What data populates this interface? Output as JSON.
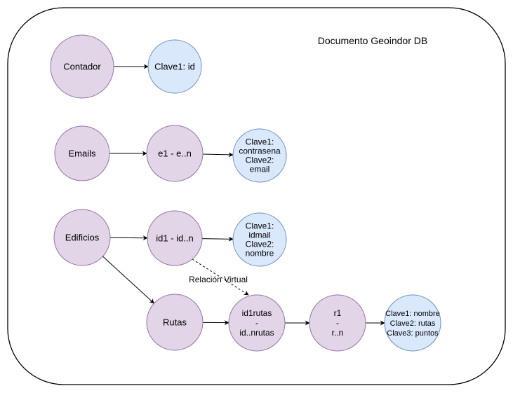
{
  "title": "Documento Geoindor DB",
  "colors": {
    "purple_fill": "#e1d5e7",
    "purple_stroke": "#9673a6",
    "blue_fill": "#dae8fc",
    "blue_stroke": "#6c8ebf",
    "frame_stroke": "#000000"
  },
  "nodes": {
    "contador": {
      "lines": [
        "Contador"
      ]
    },
    "contador_key": {
      "lines": [
        "Clave1: id"
      ]
    },
    "emails": {
      "lines": [
        "Emails"
      ]
    },
    "emails_range": {
      "lines": [
        "e1 - e..n"
      ]
    },
    "emails_keys": {
      "lines": [
        "Clave1:",
        "contrasena",
        "Clave2:",
        "email"
      ]
    },
    "edificios": {
      "lines": [
        "Edificios"
      ]
    },
    "edificios_range": {
      "lines": [
        "id1 - id..n"
      ]
    },
    "edificios_keys": {
      "lines": [
        "Clave1:",
        "idmail",
        "Clave2:",
        "nombre"
      ]
    },
    "rutas": {
      "lines": [
        "Rutas"
      ]
    },
    "rutas_range": {
      "lines": [
        "id1rutas",
        "-",
        "id..nrutas"
      ]
    },
    "r_range": {
      "lines": [
        "r1",
        "-",
        "r..n"
      ]
    },
    "ruta_keys": {
      "lines": [
        "Clave1: nombre",
        "Clave2: rutas",
        "Clave3: puntos"
      ]
    }
  },
  "edges": [
    {
      "from": "contador",
      "to": "contador_key",
      "style": "solid"
    },
    {
      "from": "emails",
      "to": "emails_range",
      "style": "solid"
    },
    {
      "from": "emails_range",
      "to": "emails_keys",
      "style": "solid"
    },
    {
      "from": "edificios",
      "to": "edificios_range",
      "style": "solid"
    },
    {
      "from": "edificios_range",
      "to": "edificios_keys",
      "style": "solid"
    },
    {
      "from": "edificios",
      "to": "rutas",
      "style": "solid"
    },
    {
      "from": "rutas",
      "to": "rutas_range",
      "style": "solid"
    },
    {
      "from": "rutas_range",
      "to": "r_range",
      "style": "solid"
    },
    {
      "from": "r_range",
      "to": "ruta_keys",
      "style": "solid"
    },
    {
      "from": "edificios_range",
      "to": "rutas_range",
      "style": "dashed",
      "label": "Relación Virtual"
    }
  ]
}
